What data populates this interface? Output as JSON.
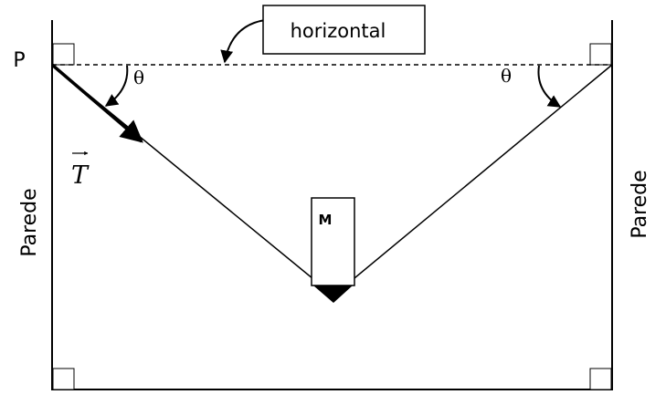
{
  "labels": {
    "point": "P",
    "horizontal": "horizontal",
    "angle_left": "θ",
    "angle_right": "θ",
    "tension_vector": "T",
    "mass": "M",
    "wall_left": "Parede",
    "wall_right": "Parede"
  }
}
